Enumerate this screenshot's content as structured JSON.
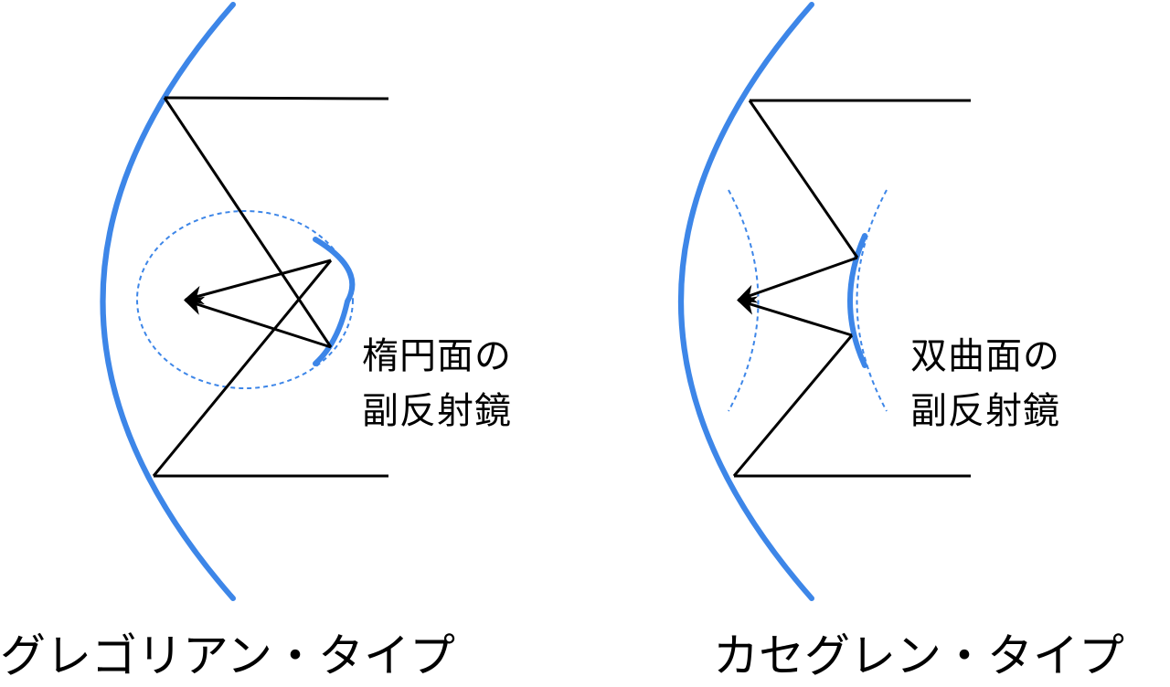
{
  "colors": {
    "reflector": "#3d86e8",
    "ray": "#000000"
  },
  "gregorian": {
    "sub_label_line1": "楕円面の",
    "sub_label_line2": "副反射鏡",
    "title": "グレゴリアン・タイプ"
  },
  "cassegrain": {
    "sub_label_line1": "双曲面の",
    "sub_label_line2": "副反射鏡",
    "title": "カセグレン・タイプ"
  }
}
